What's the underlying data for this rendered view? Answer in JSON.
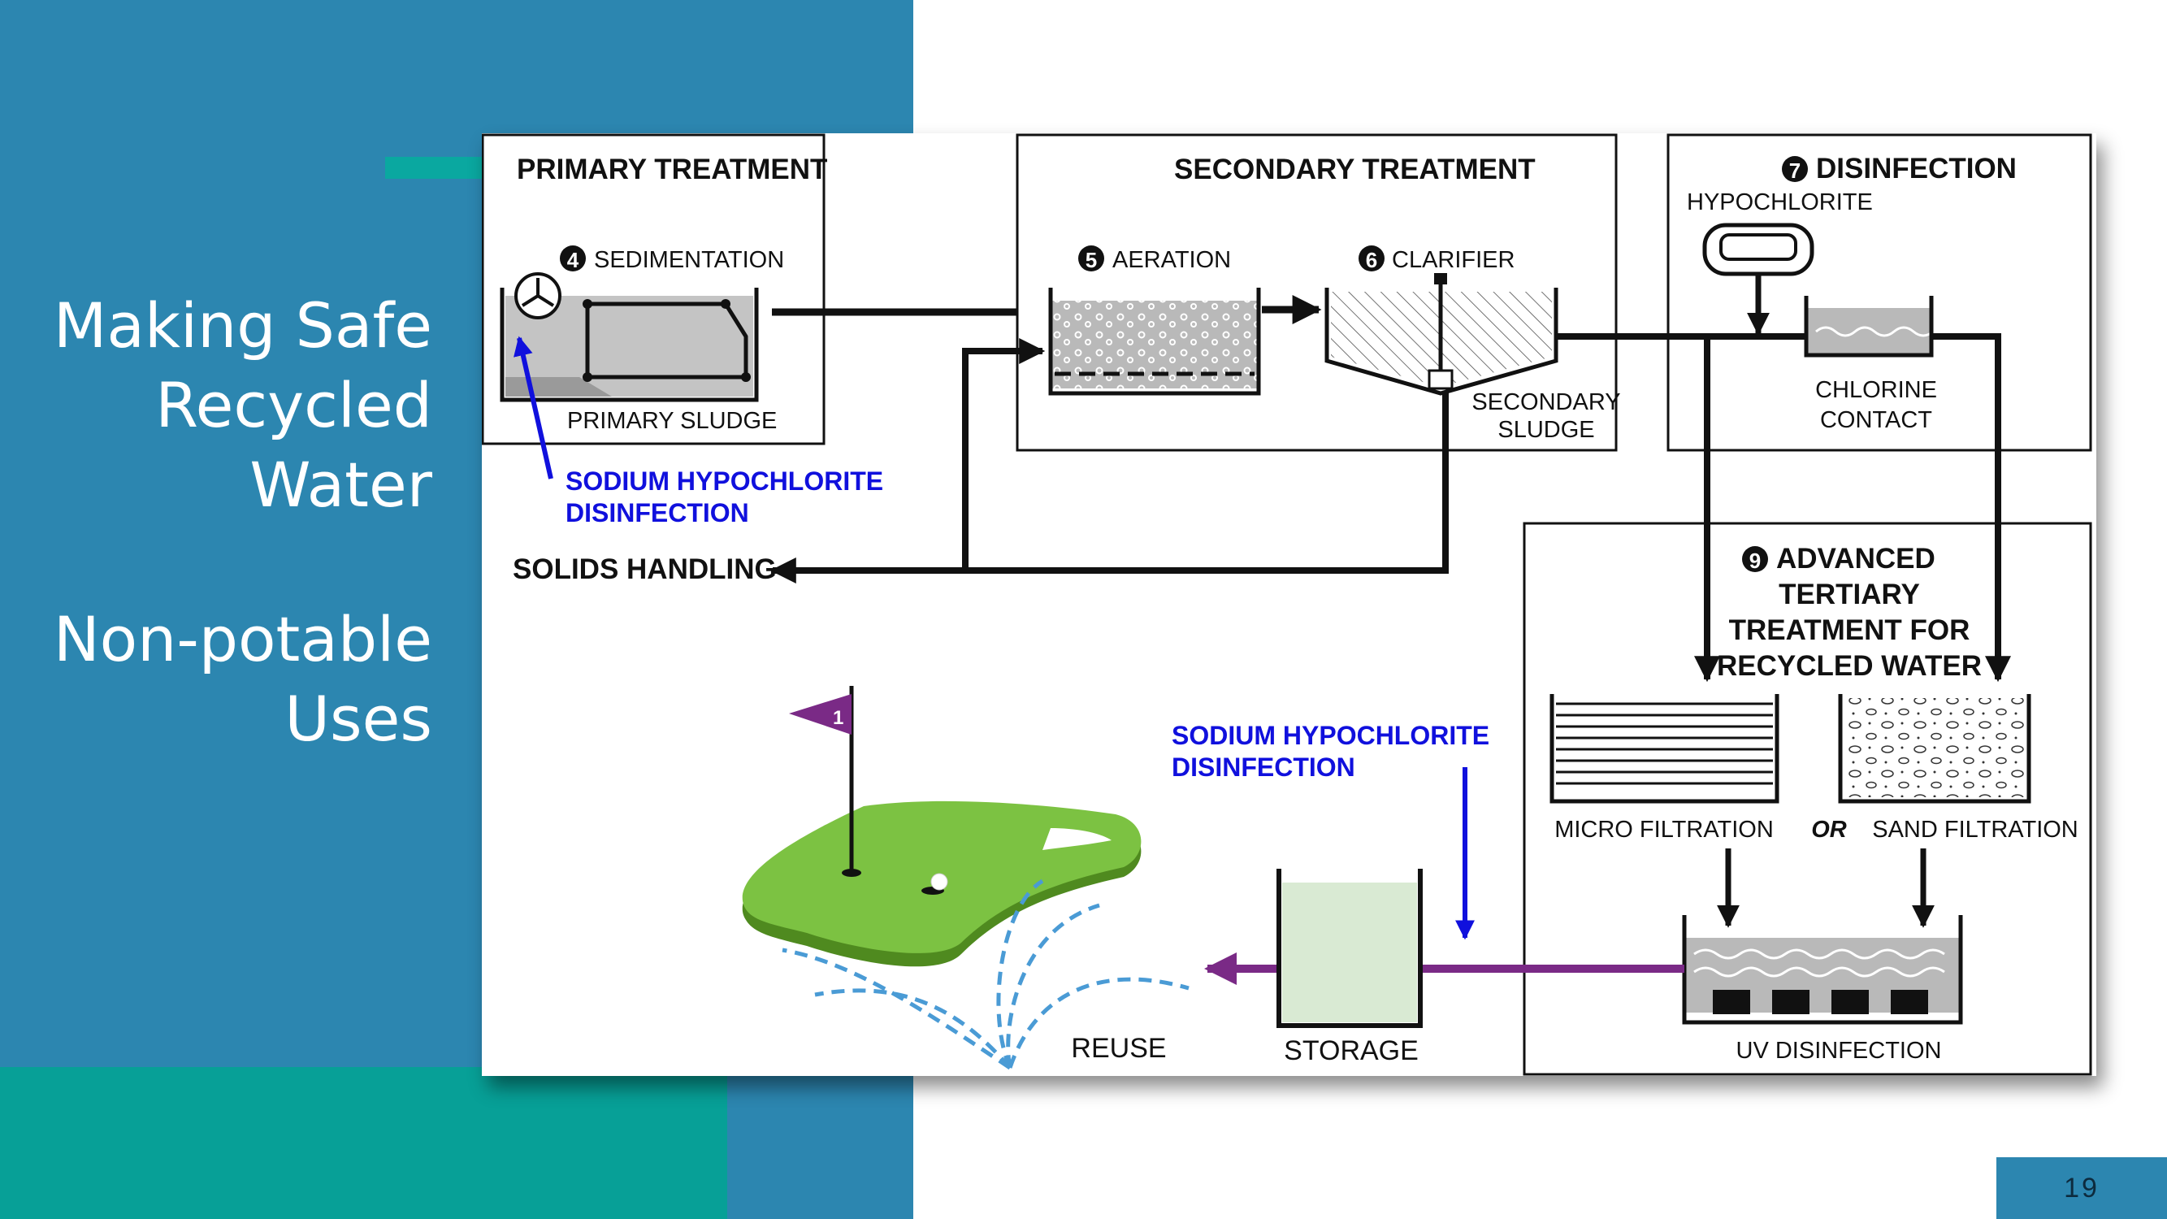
{
  "slide": {
    "title_lines": [
      "Making Safe",
      "Recycled",
      "Water"
    ],
    "subtitle_lines": [
      "Non-potable",
      "Uses"
    ],
    "page_number": "19"
  },
  "diagram": {
    "primary": {
      "heading": "PRIMARY TREATMENT",
      "num": "4",
      "step": "SEDIMENTATION",
      "sludge": "PRIMARY SLUDGE"
    },
    "secondary": {
      "heading": "SECONDARY TREATMENT",
      "aeration_num": "5",
      "aeration": "AERATION",
      "clarifier_num": "6",
      "clarifier": "CLARIFIER",
      "sludge_line1": "SECONDARY",
      "sludge_line2": "SLUDGE"
    },
    "disinfection": {
      "num": "7",
      "heading": "DISINFECTION",
      "hypochlorite": "HYPOCHLORITE",
      "contact_line1": "CHLORINE",
      "contact_line2": "CONTACT"
    },
    "callout_1": {
      "line1": "SODIUM HYPOCHLORITE",
      "line2": "DISINFECTION"
    },
    "solids": "SOLIDS HANDLING",
    "advanced": {
      "num": "9",
      "line1": "ADVANCED",
      "line2": "TERTIARY",
      "line3": "TREATMENT FOR",
      "line4": "RECYCLED WATER",
      "micro": "MICRO FILTRATION",
      "or": "OR",
      "sand": "SAND FILTRATION",
      "uv": "UV DISINFECTION"
    },
    "callout_2": {
      "line1": "SODIUM HYPOCHLORITE",
      "line2": "DISINFECTION"
    },
    "storage": "STORAGE",
    "reuse": "REUSE",
    "flag_number": "1",
    "colors": {
      "callout_blue": "#1010dd",
      "recycled_pipe": "#7a2a86",
      "turf": "#7cc242",
      "sprinkler": "#4a9bd5"
    }
  }
}
